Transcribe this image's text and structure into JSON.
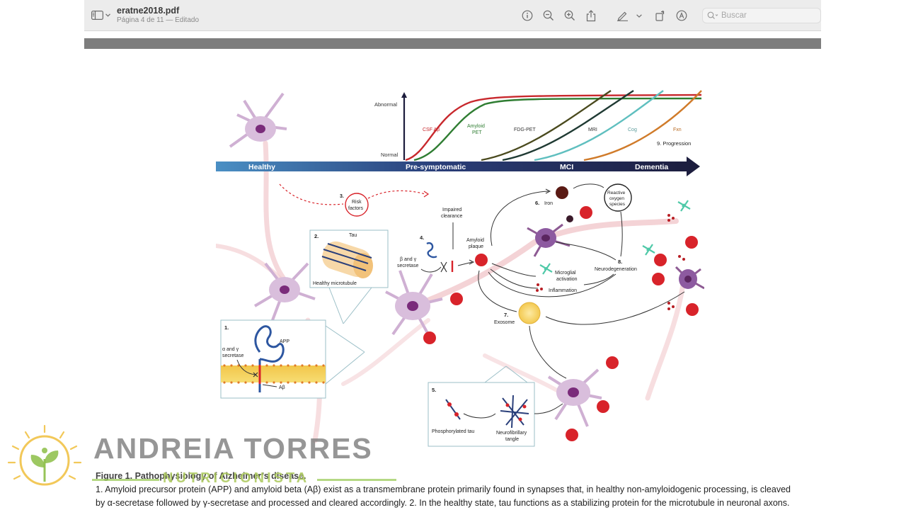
{
  "toolbar": {
    "file_name": "eratne2018.pdf",
    "page_status": "Página 4 de 11 — Editado",
    "search_placeholder": "Buscar",
    "icons": [
      "sidebar-icon",
      "info-icon",
      "zoom-out-icon",
      "zoom-in-icon",
      "share-icon",
      "markup-pen-icon",
      "chevron-down-icon",
      "rotate-icon",
      "annotate-icon",
      "search-icon"
    ]
  },
  "figure": {
    "axis": {
      "y_top": "Abnormal",
      "y_bottom": "Normal",
      "stages": [
        "Healthy",
        "Pre-symptomatic",
        "MCI",
        "Dementia"
      ]
    },
    "curves": [
      {
        "label": "CSF Aβ",
        "color": "#c8282d"
      },
      {
        "label": "Amyloid\nPET",
        "color": "#2f7d32"
      },
      {
        "label": "FDG-PET",
        "color": "#4a4a1e"
      },
      {
        "label": "MRI",
        "color": "#1f3a33"
      },
      {
        "label": "Cog",
        "color": "#5fbfbf"
      },
      {
        "label": "Fxn",
        "color": "#d07b2a"
      }
    ],
    "labels": {
      "progression": "9. Progression",
      "risk_num": "3.",
      "risk": "Risk\nfactors",
      "tau_num": "2.",
      "tau": "Tau",
      "healthy_microtubule": "Healthy microtubule",
      "impaired_clearance": "Impaired\nclearance",
      "step4": "4.",
      "beta_gamma": "β and γ\nsecretase",
      "amyloid_plaque": "Amyloid\nplaque",
      "iron_num": "6.",
      "iron": "Iron",
      "ros": "Reactive\noxygen\nspecies",
      "microglial": "Microglial\nactivation",
      "inflammation": "Inflammation",
      "neuro_num": "8.",
      "neurodegeneration": "Neurodegeneration",
      "exosome_num": "7.",
      "exosome": "Exosome",
      "app_num": "1.",
      "app": "APP",
      "alpha_gamma": "α and γ\nsecretase",
      "abeta": "Aβ",
      "step5": "5.",
      "phospho_tau": "Phosphorylated tau",
      "nft": "Neurofibrillary\ntangle"
    }
  },
  "caption": {
    "title": "Figure 1.  Pathophysiology of Alzheimer’s disease.",
    "line1": "1. Amyloid precursor protein (APP) and amyloid beta (Aβ) exist as a transmembrane protein primarily found in synapses that, in healthy non-amyloidogenic processing, is cleaved",
    "line2": "by α-secretase followed by γ-secretase and processed and cleared accordingly. 2. In the healthy state, tau functions as a stabilizing protein for the microtubule in neuronal axons."
  },
  "watermark": {
    "name": "ANDREIA TORRES",
    "subtitle": "NUTRICIONISTA"
  },
  "colors": {
    "toolbar_bg": "#ececec",
    "stage_bar_start": "#4a8fc4",
    "stage_bar_end": "#1c1c3c",
    "amyloid_red": "#d8232a",
    "neuron_purple": "#c9a6cc"
  }
}
